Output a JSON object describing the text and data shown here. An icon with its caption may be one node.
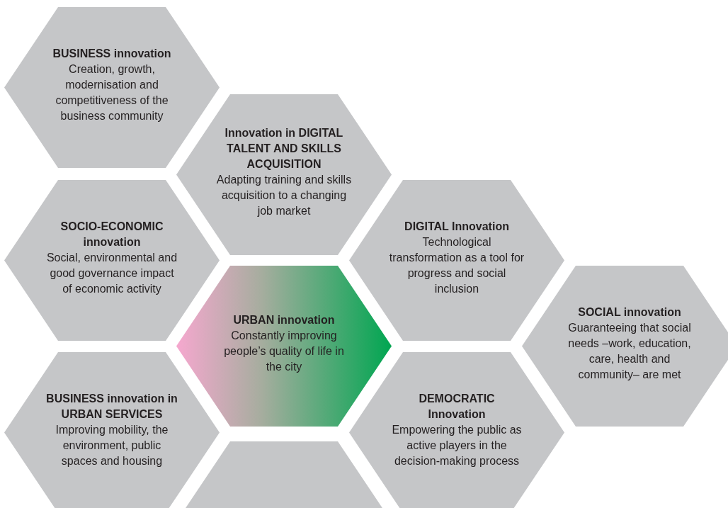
{
  "diagram": {
    "nodes": [
      {
        "text": [
          "BUSINESS innovation",
          "Creation, growth, modernisation and competitiveness of the business community"
        ]
      },
      {
        "text": [
          "Innovation in DIGITAL TALENT AND SKILLS ACQUISITION",
          "Adapting training and skills acquisition to a changing job market"
        ]
      },
      {
        "text": [
          "SOCIO-ECONOMIC innovation",
          "Social, environmental and good governance impact of economic activity"
        ]
      },
      {
        "text": [
          "DIGITAL Innovation",
          "Technological transformation as a tool for progress and social inclusion"
        ]
      },
      {
        "text": [
          "URBAN innovation",
          "Constantly improving people’s quality of life in the city"
        ]
      },
      {
        "text": [
          "SOCIAL innovation",
          "Guaranteeing that social needs –work, education, care, health and community– are met"
        ]
      },
      {
        "text": [
          "BUSINESS innovation in URBAN SERVICES",
          "Improving mobility, the environment, public spaces and housing"
        ]
      },
      {
        "text": [
          "DEMOCRATIC Innovation",
          "Empowering the public as active players in the decision-making process"
        ]
      },
      {
        "text": [],
        "shape": "hexagon"
      }
    ]
  }
}
